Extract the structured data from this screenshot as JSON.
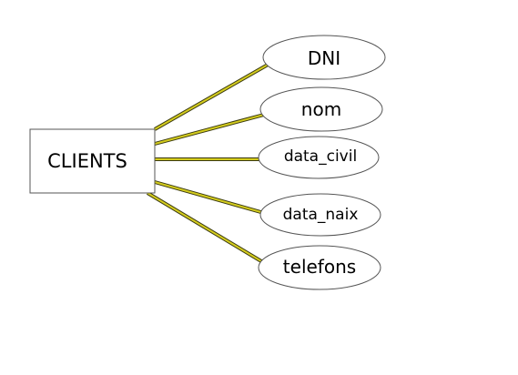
{
  "entity": {
    "label": "CLIENTS"
  },
  "attributes": [
    {
      "label": "DNI"
    },
    {
      "label": "nom"
    },
    {
      "label": "data_civil"
    },
    {
      "label": "data_naix"
    },
    {
      "label": "telefons"
    }
  ],
  "colors": {
    "connector": "#d4cc1e",
    "connector_edge": "#3a3a10",
    "outline": "#555555",
    "background": "#ffffff"
  }
}
